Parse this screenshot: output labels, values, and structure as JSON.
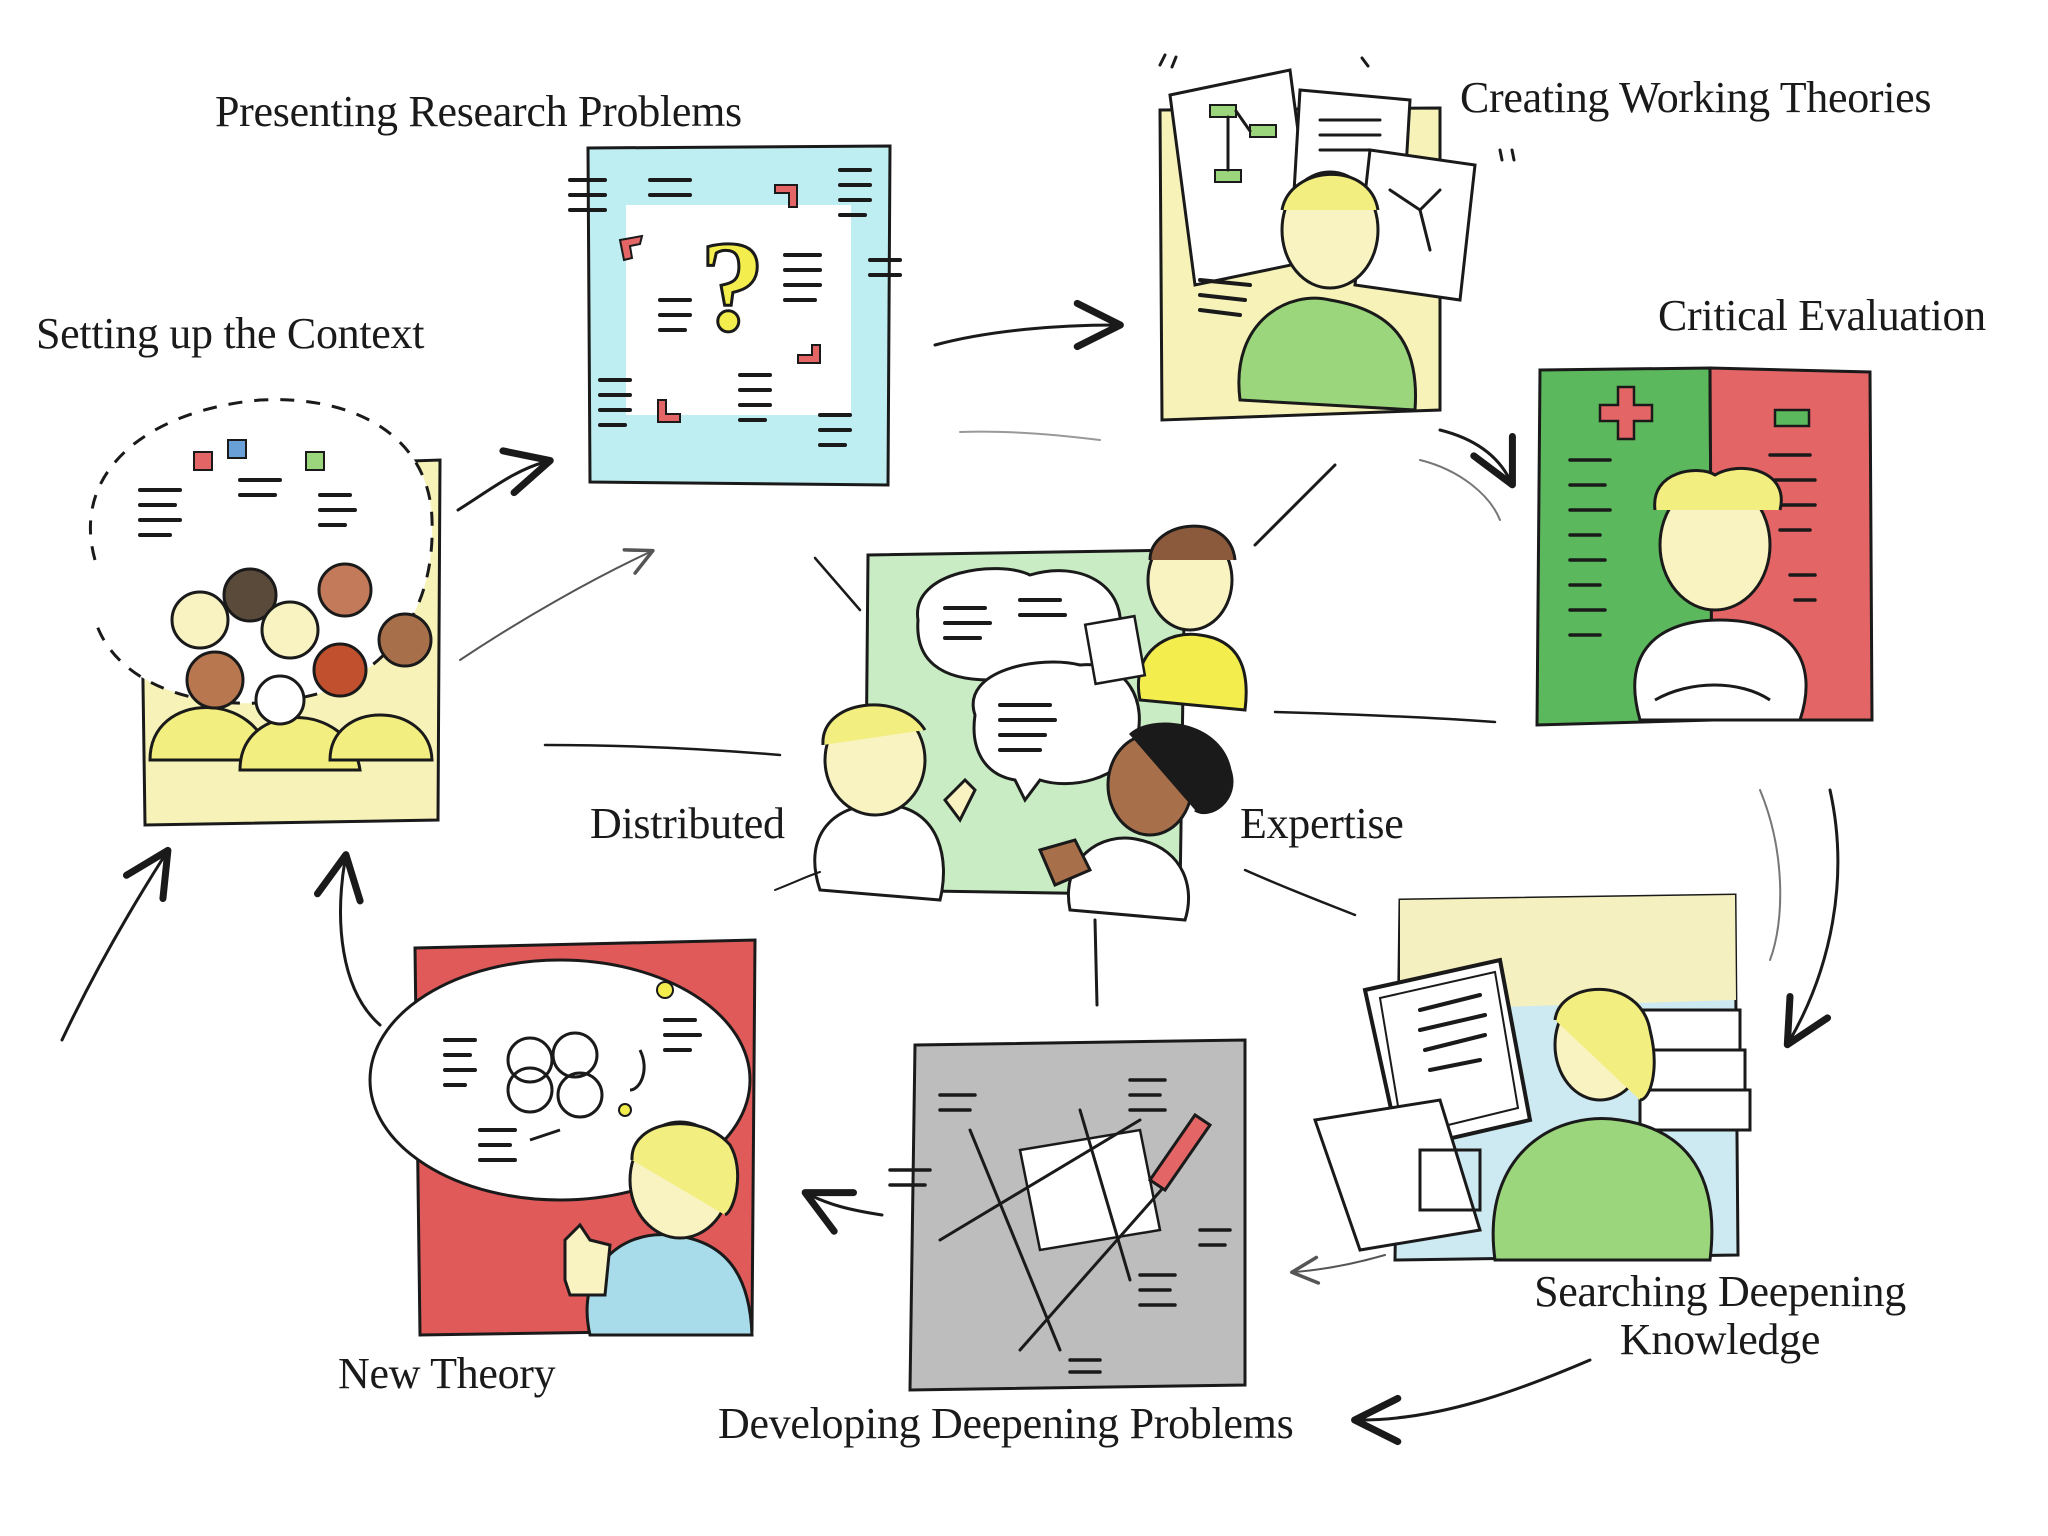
{
  "labels": {
    "setting_context": "Setting up the Context",
    "presenting_problems": "Presenting Research Problems",
    "creating_theories": "Creating Working Theories",
    "critical_evaluation": "Critical Evaluation",
    "distributed": "Distributed",
    "expertise": "Expertise",
    "searching_knowledge_line1": "Searching Deepening",
    "searching_knowledge_line2": "Knowledge",
    "developing_problems": "Developing Deepening Problems",
    "new_theory": "New Theory"
  },
  "colors": {
    "ink": "#1a1a1a",
    "yellow_panel": "#f7f3b8",
    "cyan_panel": "#bfeef2",
    "green_panel": "#c9ecc5",
    "plus_green": "#5cb85c",
    "minus_red": "#e46565",
    "red_panel": "#e05a5a",
    "gray_panel": "#bdbdbd",
    "cream_panel": "#f5f0bf",
    "skin": "#f8f3c0",
    "shirt_green": "#9bd67c",
    "shirt_yellow": "#f3ee4e",
    "shirt_blue": "#a8dcea"
  }
}
